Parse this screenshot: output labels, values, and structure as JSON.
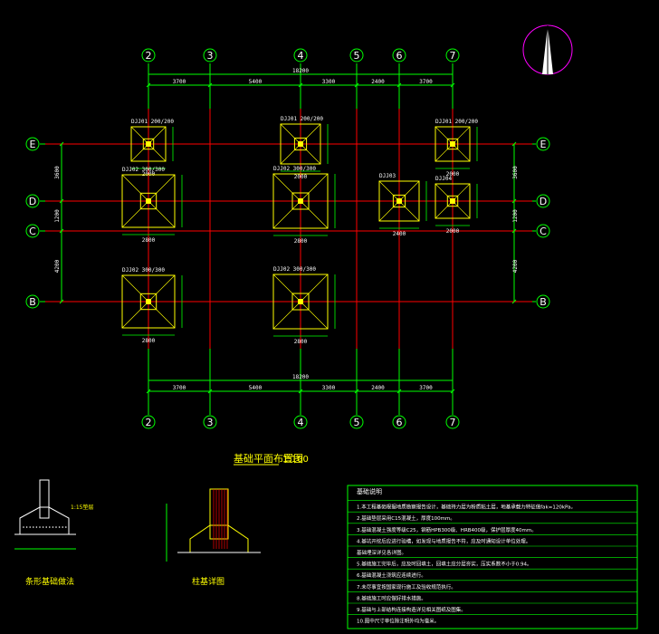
{
  "colors": {
    "background": "#000000",
    "axis_line": "#ff0000",
    "dimension": "#00ff00",
    "footing": "#ffff00",
    "column": "#ffff00",
    "grid_bubble": "#00ff00",
    "north_circle": "#ff00ff",
    "text": "#ffffff"
  },
  "drawing": {
    "title": "基础平面布置图",
    "scale": "1:100"
  },
  "axes": {
    "vertical": [
      "2",
      "3",
      "4",
      "5",
      "6",
      "7"
    ],
    "horizontal": [
      "E",
      "D",
      "C",
      "B"
    ]
  },
  "dimensions": {
    "top_overall": "18200",
    "top_segments": [
      "3700",
      "5400",
      "3300",
      "2400",
      "3700"
    ],
    "bottom_overall": "18200",
    "bottom_segments": [
      "3700",
      "5400",
      "3300",
      "2400",
      "3700"
    ],
    "left_segments": [
      "3600",
      "1200",
      "4200"
    ],
    "right_segments": [
      "3600",
      "1200",
      "4200"
    ]
  },
  "footings": [
    {
      "id": "J-1",
      "label": "DJJ01 200/200",
      "size": "2000"
    },
    {
      "id": "J-2",
      "label": "DJJ02 300/300",
      "size": "2800"
    },
    {
      "id": "J-3",
      "label": "DJJ03",
      "size": "2400"
    },
    {
      "id": "J-4",
      "label": "DJJ04",
      "size": "2000"
    }
  ],
  "details": {
    "wall_footing_title": "条形基础做法",
    "column_footing_title": "柱基详图",
    "wall_note": "1:15垫层"
  },
  "notes": {
    "title": "基础说明",
    "lines": [
      "1.本工程基础根据地质勘察报告设计，基础持力层为粉质粘土层，地基承载力特征值fak=120kPa。",
      "2.基础垫层采用C15混凝土，厚度100mm。",
      "3.基础混凝土强度等级C25，钢筋HPB300级、HRB400级，保护层厚度40mm。",
      "4.基坑开挖后应进行验槽，如发现与地质报告不符，应及时通知设计单位处理。",
      "   基础埋深详见各详图。",
      "5.基础施工完毕后，应及时回填土，回填土应分层夯实，压实系数不小于0.94。",
      "6.基础混凝土浇筑应连续进行。",
      "7.未尽事宜按国家现行施工及验收规范执行。",
      "8.基础施工时应做好排水措施。",
      "9.基础与上部结构连接构造详见相关图纸及图集。",
      "10.图中尺寸单位除注明外均为毫米。"
    ]
  }
}
